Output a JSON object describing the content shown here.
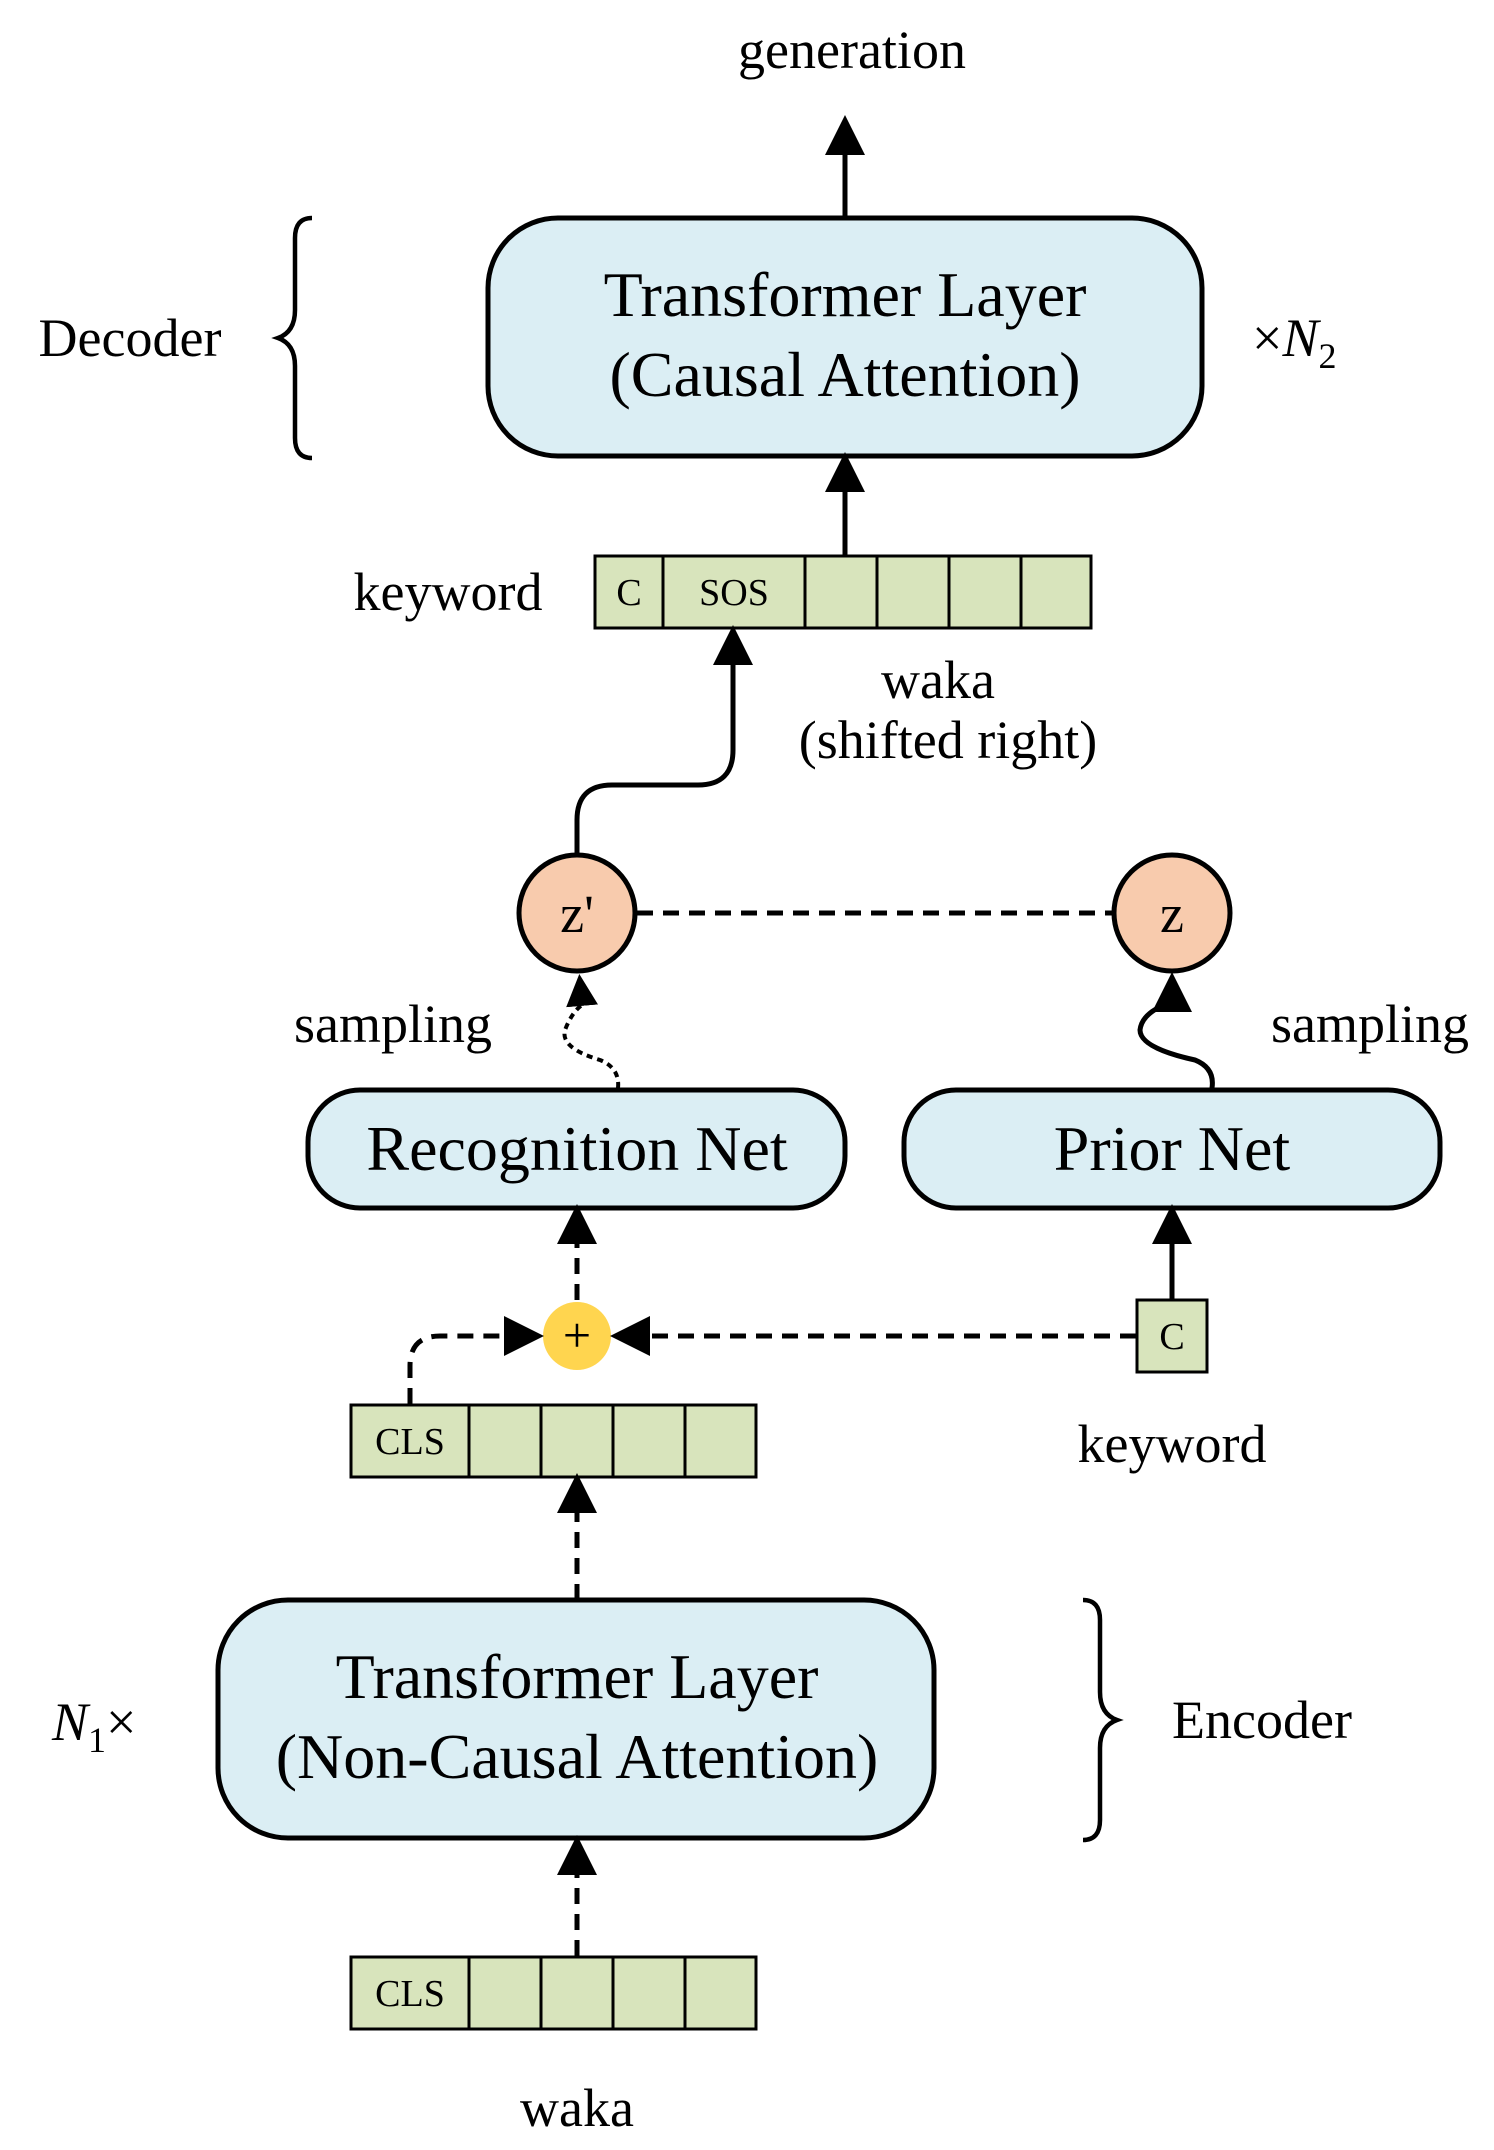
{
  "labels": {
    "generation": "generation",
    "decoder": "Decoder",
    "encoder": "Encoder",
    "keyword_top": "keyword",
    "waka_shifted_1": "waka",
    "waka_shifted_2": "(shifted right)",
    "sampling_left": "sampling",
    "sampling_right": "sampling",
    "keyword_bottom": "keyword",
    "waka_bottom": "waka",
    "n2_times": "×",
    "n2_var": "N",
    "n2_sub": "2",
    "n1_var": "N",
    "n1_sub": "1",
    "n1_times": "×"
  },
  "boxes": {
    "decoder_line1": "Transformer Layer",
    "decoder_line2": "(Causal Attention)",
    "recognition": "Recognition Net",
    "prior": "Prior Net",
    "encoder_line1": "Transformer Layer",
    "encoder_line2": "(Non-Causal Attention)"
  },
  "cells": {
    "decoder_c": "C",
    "decoder_sos": "SOS",
    "keyword_c": "C",
    "cls_mid": "CLS",
    "cls_bottom": "CLS"
  },
  "nodes": {
    "z_prime": "z'",
    "z": "z",
    "plus": "+"
  }
}
